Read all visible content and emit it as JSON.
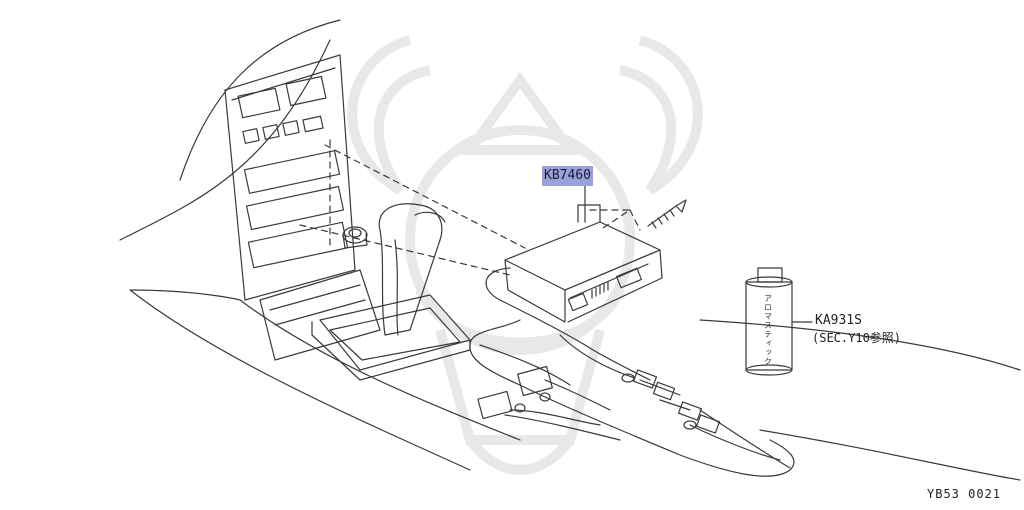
{
  "callouts": {
    "kb_part": "KB7460",
    "ka_part": "KA931S",
    "ka_reference": "(SEC.Y10参照)"
  },
  "product_label": "アロマスティック",
  "diagram_code": "YB53  0021",
  "colors": {
    "line": "#3a3a3a",
    "watermark": "#ececec",
    "highlight": "#9aa1d8"
  }
}
